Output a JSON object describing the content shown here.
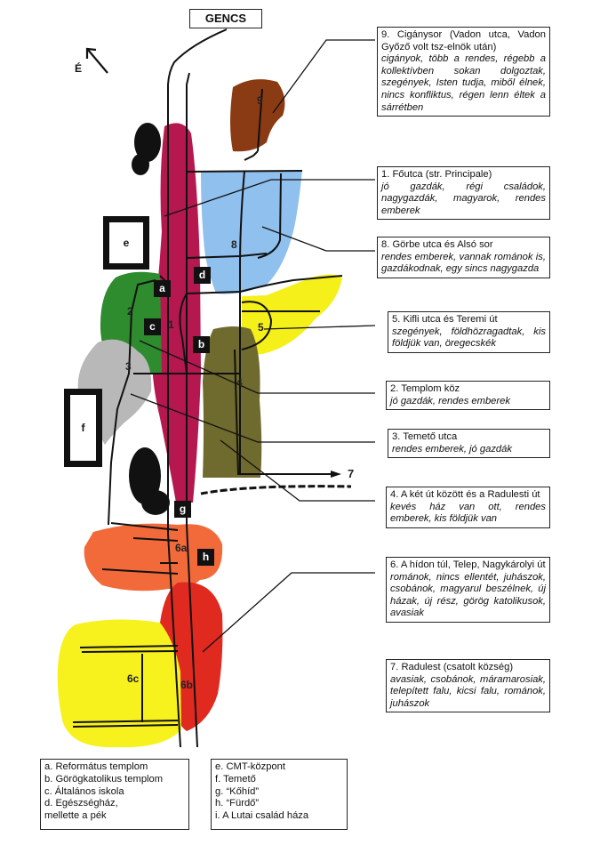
{
  "map": {
    "top_label": "GENCS",
    "north_label": "É",
    "area_numbers": {
      "n9": "9",
      "n8": "8",
      "n1": "1",
      "n2": "2",
      "n3": "3",
      "n4": "4",
      "n5": "5",
      "n6a": "6a",
      "n6b": "6b",
      "n6c": "6c",
      "n7": "7"
    },
    "markers": {
      "a": "a",
      "b": "b",
      "c": "c",
      "d": "d",
      "e": "e",
      "f": "f",
      "g": "g",
      "h": "h"
    },
    "colors": {
      "zone1": "#b5174f",
      "zone2": "#2e8b2e",
      "zone3": "#b8b8b8",
      "zone4": "#6f6a2e",
      "zone5": "#f5ef1a",
      "zone6a": "#f26a3a",
      "zone6b": "#e02a20",
      "zone6c": "#f7f21e",
      "zone8": "#8fc0ee",
      "zone9": "#8a3b14"
    }
  },
  "areas": [
    {
      "title": "9. Cigánysor (Vadon utca, Vadon Győző volt tsz-elnök után)",
      "desc": "cigányok, több a rendes, régebb a kollektívben sokan dolgoztak, szegények, Isten tudja, miből élnek, nincs konfliktus, régen lenn éltek a sárrétben"
    },
    {
      "title": "1. Főutca (str. Principale)",
      "desc": "jó gazdák, régi családok, nagygazdák, magyarok, rendes emberek"
    },
    {
      "title": "8. Görbe utca és Alsó sor",
      "desc": "rendes emberek, vannak románok is, gazdákodnak, egy sincs nagygazda"
    },
    {
      "title": "5. Kifli utca és Teremi út",
      "desc": "szegények, földhözragadtak, kis földjük van, öregecskék"
    },
    {
      "title": "2. Templom köz",
      "desc": "jó gazdák, rendes emberek"
    },
    {
      "title": "3. Temető utca",
      "desc": "rendes emberek, jó gazdák"
    },
    {
      "title": "4. A két út között és a Radulesti út",
      "desc": "kevés ház van ott, rendes emberek, kis földjük van"
    },
    {
      "title": "6. A hídon túl, Telep, Nagykárolyi út",
      "desc": "románok, nincs ellentét, juhászok, csobánok, magyarul beszélnek, új házak, új rész, görög katolikusok, avasiak"
    },
    {
      "title": "7. Radulest (csatolt község)",
      "desc": "avasiak, csobánok, máramarosiak, telepített falu, kicsi falu, románok, juhászok"
    }
  ],
  "legend_left": [
    "a. Református templom",
    "b. Görögkatolikus templom",
    "c. Általános iskola",
    "d. Egészségház,",
    "mellette a pék"
  ],
  "legend_right": [
    "e. CMT-központ",
    "f. Temető",
    "g. “Kőhíd”",
    "h. “Fürdő”",
    "i. A Lutai család háza"
  ]
}
